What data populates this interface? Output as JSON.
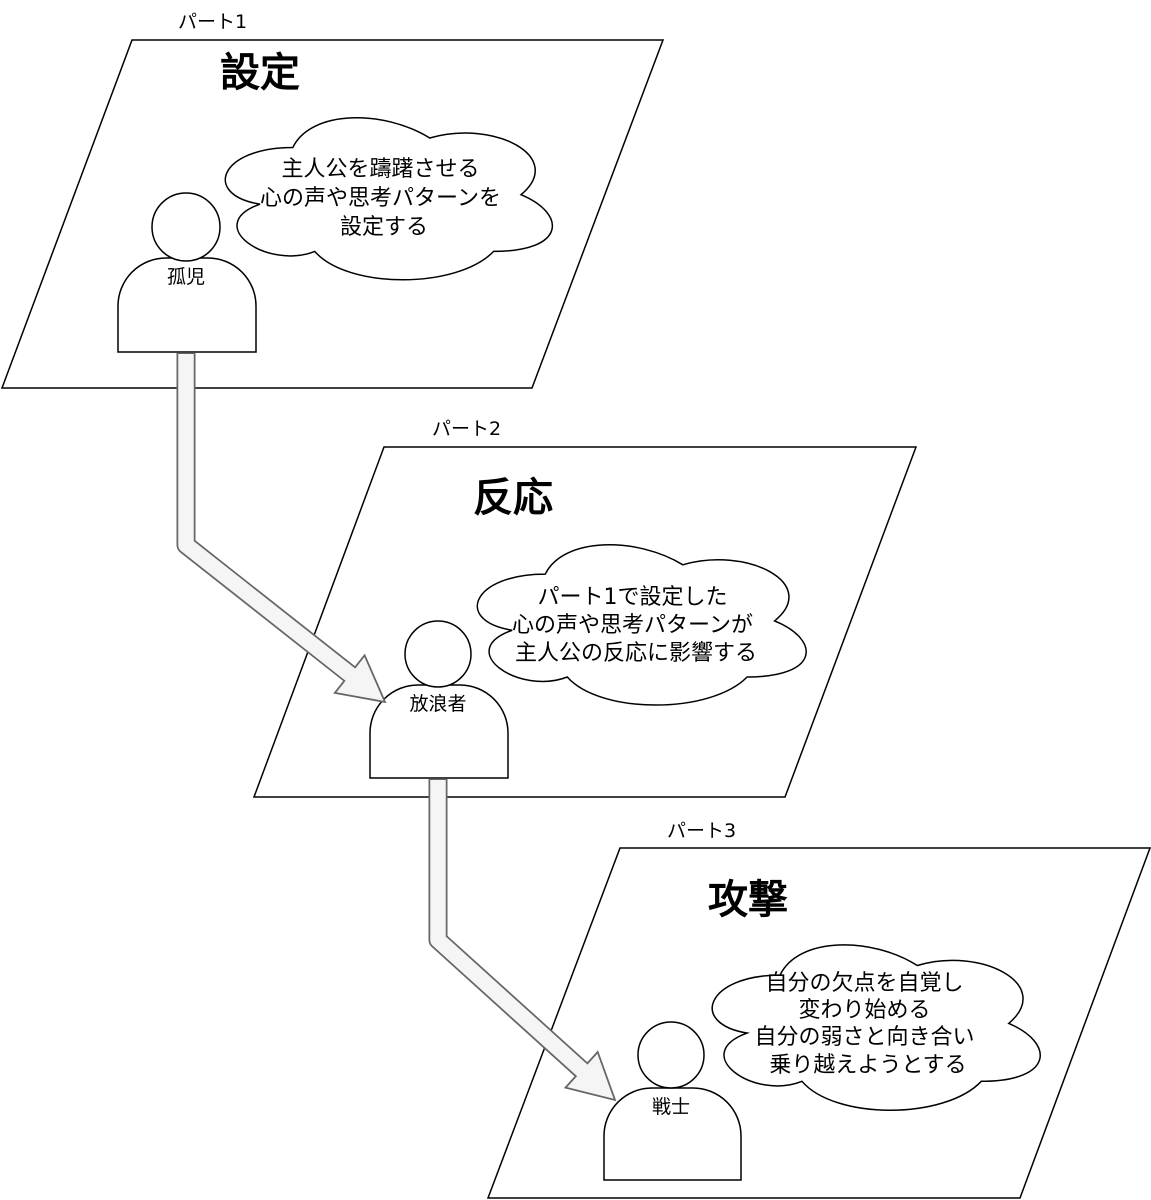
{
  "parts": [
    {
      "label": "パート1",
      "title": "設定",
      "cloud_lines": [
        "主人公を躊躇させる",
        "心の声や思考パターンを",
        "設定する"
      ],
      "person_label": "孤児"
    },
    {
      "label": "パート2",
      "title": "反応",
      "cloud_lines": [
        "パート1で設定した",
        "心の声や思考パターンが",
        "主人公の反応に影響する"
      ],
      "person_label": "放浪者"
    },
    {
      "label": "パート3",
      "title": "攻撃",
      "cloud_lines": [
        "自分の欠点を自覚し",
        "変わり始める",
        "自分の弱さと向き合い",
        "乗り越えようとする"
      ],
      "person_label": "戦士"
    }
  ],
  "colors": {
    "outline": "#000000",
    "arrow_outline": "#666666",
    "arrow_fill": "#f5f5f5",
    "shape_fill": "#ffffff"
  }
}
